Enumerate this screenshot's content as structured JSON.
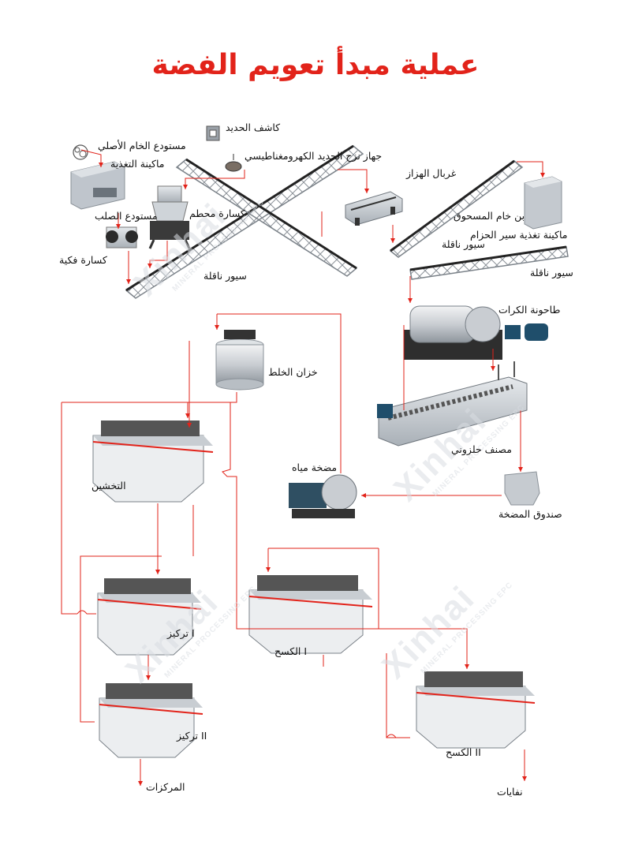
{
  "title": "عملية مبدأ تعويم الفضة",
  "watermark": {
    "brand": "Xinhai",
    "tagline": "MINERAL PROCESSING EPC"
  },
  "colors": {
    "title": "#e2231a",
    "flow_line": "#e2231a",
    "belt": "#9aa1a8",
    "machine": "#c7ccd2",
    "motor": "#1f4e6b"
  },
  "labels": {
    "iron_detector": "كاشف الحديد",
    "raw_ore_bin": "مستودع الخام الأصلي",
    "feeder": "ماكينة التغذية",
    "steel_bin": "مستودع الصلب",
    "jaw_crusher": "كسارة فكية",
    "cone_crusher": "كسارة محطم",
    "conveyor_1": "سيور ناقلة",
    "magnetic_separator": "جهاز نزح الحديد الكهرومغناطيسي",
    "vibrating_screen": "غربال الهزاز",
    "conveyor_2": "سيور ناقلة",
    "mill_ore_bin": "بن خام المسحوق",
    "belt_feeder": "ماكينة تغذية سير الحزام",
    "conveyor_3": "سيور ناقلة",
    "ball_mill": "طاحونة الكرات",
    "mixing_tank": "خزان الخلط",
    "spiral_classifier": "مصنف حلزوني",
    "rougher": "التخشين",
    "slurry_pump": "مضخة مياه",
    "pump_box": "صندوق المضخة",
    "cleaner_1": "I تركيز",
    "scavenger_1": "I الكسح",
    "cleaner_2": "II تركيز",
    "scavenger_2": "II الكسح",
    "concentrate": "المركزات",
    "tailings": "نفايات"
  }
}
